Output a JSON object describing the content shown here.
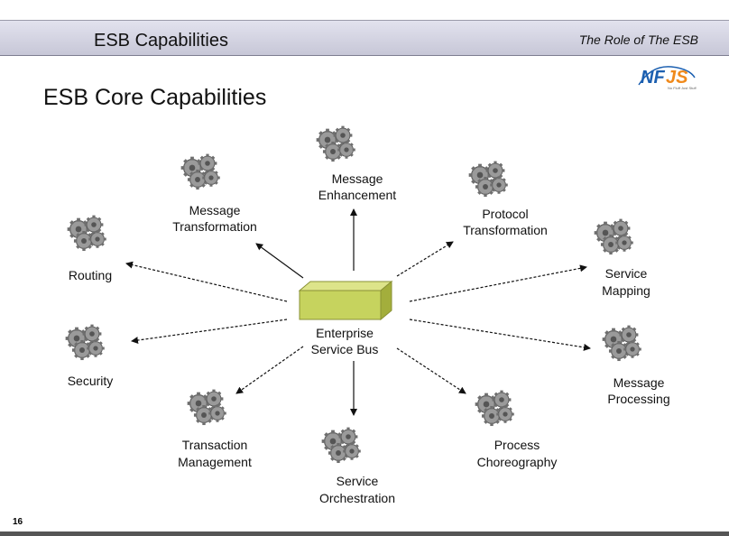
{
  "header": {
    "title": "ESB Capabilities",
    "subtitle": "The Role of The ESB"
  },
  "logo": {
    "text": "NFJS",
    "tagline": "No Fluff Just Stuff",
    "colors": {
      "blue": "#1b5fb0",
      "orange": "#f08a1c"
    }
  },
  "slide": {
    "title": "ESB Core Capabilities",
    "page_number": "16"
  },
  "center": {
    "line1": "Enterprise",
    "line2": "Service Bus",
    "color": "#c6d35e"
  },
  "nodes": [
    {
      "id": "message-enhancement",
      "lines": [
        "Message",
        "Enhancement"
      ]
    },
    {
      "id": "message-transformation",
      "lines": [
        "Message",
        "Transformation"
      ]
    },
    {
      "id": "protocol-transformation",
      "lines": [
        "Protocol",
        "Transformation"
      ]
    },
    {
      "id": "routing",
      "lines": [
        "Routing"
      ]
    },
    {
      "id": "service-mapping",
      "lines": [
        "Service",
        "Mapping"
      ]
    },
    {
      "id": "security",
      "lines": [
        "Security"
      ]
    },
    {
      "id": "message-processing",
      "lines": [
        "Message",
        "Processing"
      ]
    },
    {
      "id": "transaction-management",
      "lines": [
        "Transaction",
        "Management"
      ]
    },
    {
      "id": "service-orchestration",
      "lines": [
        "Service",
        "Orchestration"
      ]
    },
    {
      "id": "process-choreography",
      "lines": [
        "Process",
        "Choreography"
      ]
    }
  ]
}
